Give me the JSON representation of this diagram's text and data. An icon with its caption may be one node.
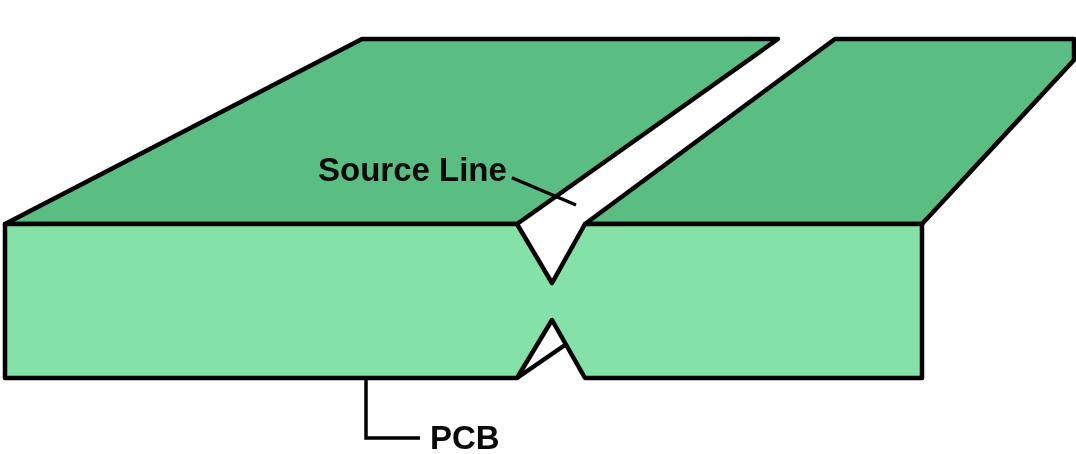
{
  "diagram": {
    "nodes": [
      {
        "text": [
          "Source Line"
        ]
      },
      {
        "text": [
          "PCB"
        ]
      }
    ],
    "edges": [
      {
        "from": 0,
        "to": null,
        "arrow": "none"
      },
      {
        "from": 1,
        "to": null,
        "arrow": "none"
      }
    ]
  }
}
